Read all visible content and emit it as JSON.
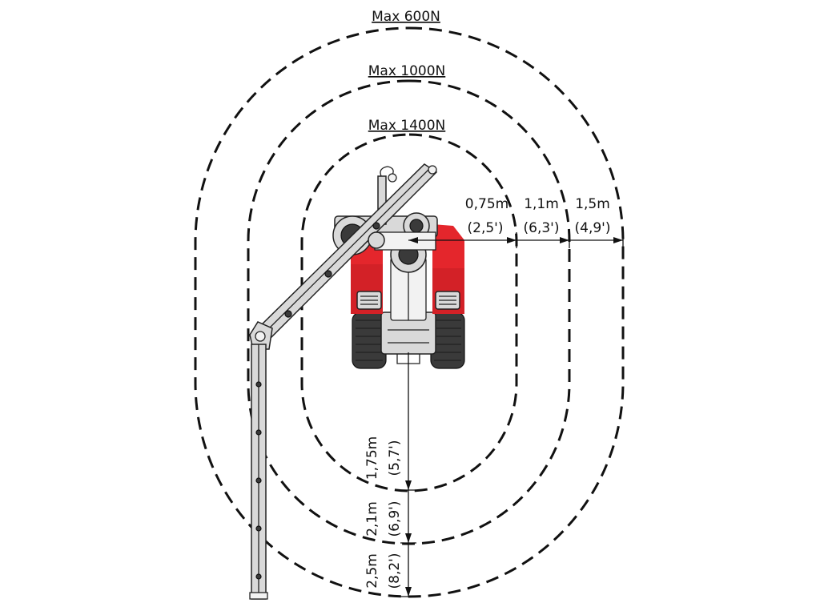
{
  "zones": [
    {
      "label": "Max 600N"
    },
    {
      "label": "Max 1000N"
    },
    {
      "label": "Max 1400N"
    }
  ],
  "side_dimensions": [
    {
      "metric": "0,75m",
      "imperial": "(2,5')"
    },
    {
      "metric": "1,1m",
      "imperial": "(6,3')"
    },
    {
      "metric": "1,5m",
      "imperial": "(4,9')"
    }
  ],
  "rear_dimensions": [
    {
      "metric": "1,75m",
      "imperial": "(5,7')"
    },
    {
      "metric": "2,1m",
      "imperial": "(6,9')"
    },
    {
      "metric": "2,5m",
      "imperial": "(8,2')"
    }
  ],
  "colors": {
    "machine_body": "#e4262c",
    "machine_shadow": "#b51a20",
    "tracks": "#3a3a3a",
    "boom": "#d9d9d9"
  }
}
